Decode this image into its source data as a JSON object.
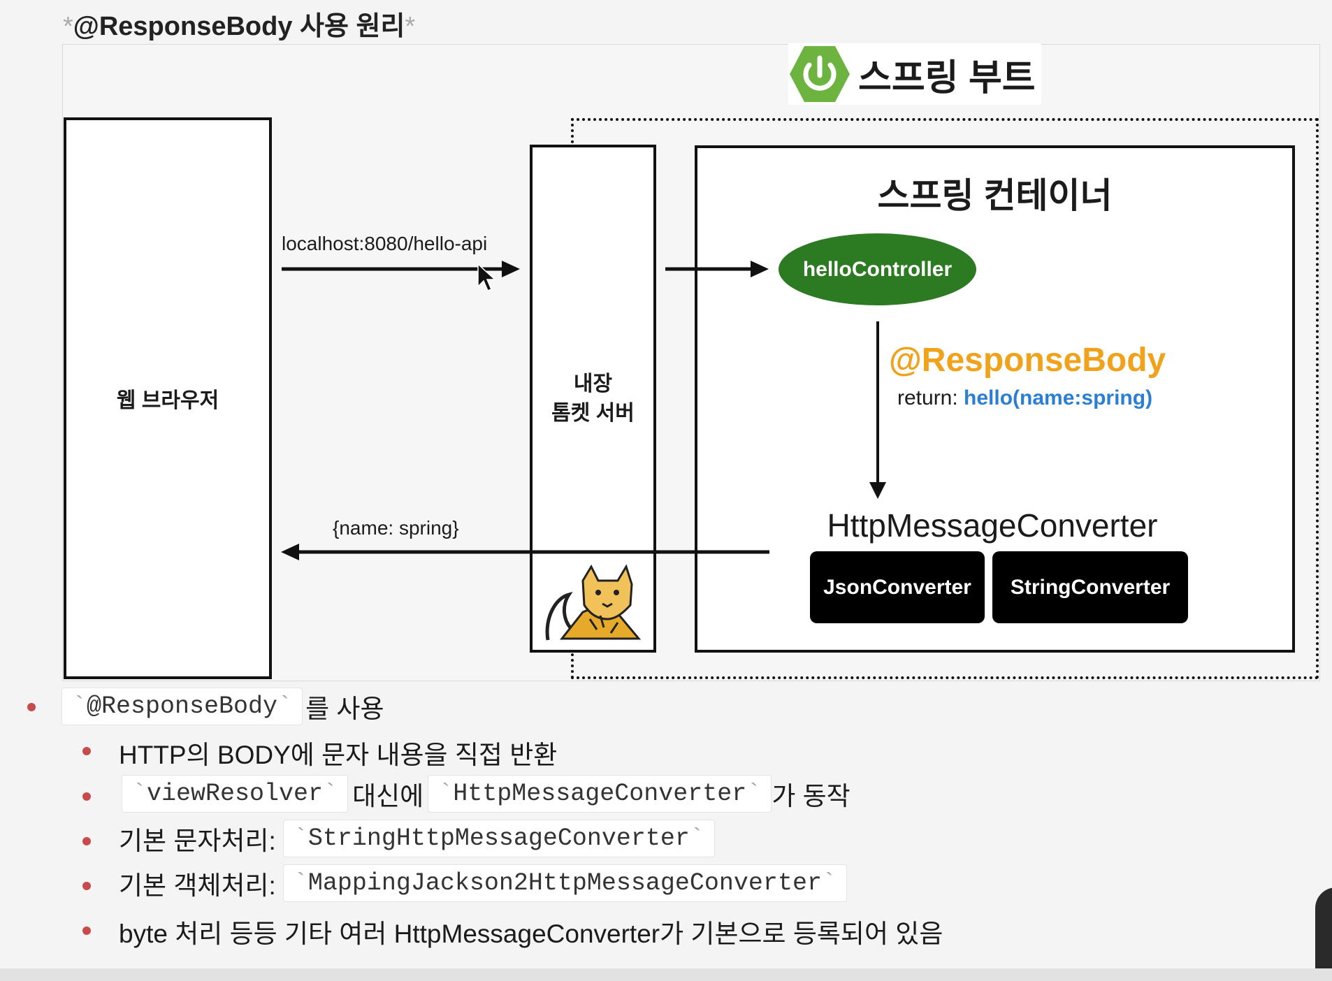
{
  "heading": {
    "prefix": "*",
    "title": "@ResponseBody 사용 원리",
    "suffix": "*"
  },
  "diagram": {
    "brand": "스프링 부트",
    "browser": "웹 브라우저",
    "tomcat_line1": "내장",
    "tomcat_line2": "톰켓 서버",
    "container_title": "스프링 컨테이너",
    "controller": "helloController",
    "request_label": "localhost:8080/hello-api",
    "response_label": "{name: spring}",
    "annotation": "@ResponseBody",
    "return_prefix": "return: ",
    "return_value": "hello(name:spring)",
    "converter_title": "HttpMessageConverter",
    "converters": [
      "JsonConverter",
      "StringConverter"
    ]
  },
  "notes": {
    "main_code": "@ResponseBody",
    "main_text": "를 사용",
    "sub1": "HTTP의 BODY에 문자 내용을 직접 반환",
    "sub2_code1": "viewResolver",
    "sub2_mid": "대신에",
    "sub2_code2": "HttpMessageConverter",
    "sub2_end": "가 동작",
    "sub3_label": "기본 문자처리:",
    "sub3_code": "StringHttpMessageConverter",
    "sub4_label": "기본 객체처리:",
    "sub4_code": "MappingJackson2HttpMessageConverter",
    "sub5": "byte 처리 등등 기타 여러 HttpMessageConverter가 기본으로 등록되어 있음"
  },
  "colors": {
    "spring_green": "#6db33f",
    "controller_green": "#2c7a21",
    "annotation_orange": "#f0a21b",
    "return_blue": "#2a7fd4",
    "bullet_red": "#c84b4b"
  }
}
